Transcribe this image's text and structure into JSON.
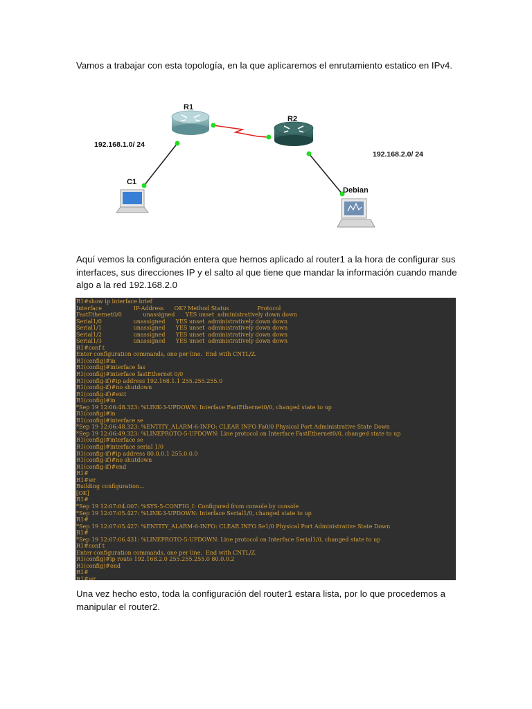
{
  "paragraphs": {
    "intro": "Vamos a trabajar con esta topología, en la que aplicaremos el enrutamiento estatico en IPv4.",
    "config": "Aquí vemos la configuración entera que hemos aplicado al router1 a la hora de configurar sus interfaces, sus direcciones IP y el salto al que tiene que mandar la información cuando mande algo a la red 192.168.2.0",
    "outro": "Una vez hecho esto, toda la configuración del router1 estara lista, por lo que procedemos a manipular el router2."
  },
  "topology": {
    "r1_label": "R1",
    "r2_label": "R2",
    "c1_label": "C1",
    "debian_label": "Debian",
    "net1_label": "192.168.1.0/ 24",
    "net2_label": "192.168.2.0/ 24",
    "colors": {
      "r1": "#6f9ea3",
      "r2": "#2f5e5a",
      "link_ok": "#22dd22",
      "serial": "#e02020"
    }
  },
  "terminal": {
    "lines": [
      "R1#show ip interface brief",
      "Interface                  IP-Address      OK? Method Status                Protocol",
      "FastEthernet0/0            unassigned      YES unset  administratively down down",
      "Serial1/0                  unassigned      YES unset  administratively down down",
      "Serial1/1                  unassigned      YES unset  administratively down down",
      "Serial1/2                  unassigned      YES unset  administratively down down",
      "Serial1/3                  unassigned      YES unset  administratively down down",
      "R1#conf t",
      "Enter configuration commands, one per line.  End with CNTL/Z.",
      "R1(config)#in",
      "R1(config)#interface fas",
      "R1(config)#interface fastEthernet 0/0",
      "R1(config-if)#ip address 192.168.1.1 255.255.255.0",
      "R1(config-if)#no shutdown",
      "R1(config-if)#exit",
      "R1(config)#in",
      "*Sep 19 12:06:48.323: %LINK-3-UPDOWN: Interface FastEthernet0/0, changed state to up",
      "R1(config)#in",
      "R1(config)#interface se",
      "*Sep 19 12:06:48.323: %ENTITY_ALARM-6-INFO: CLEAR INFO Fa0/0 Physical Port Administrative State Down",
      "*Sep 19 12:06:49.323: %LINEPROTO-5-UPDOWN: Line protocol on Interface FastEthernet0/0, changed state to up",
      "R1(config)#interface se",
      "R1(config)#interface serial 1/0",
      "R1(config-if)#ip address 80.0.0.1 255.0.0.0",
      "R1(config-if)#no shutdown",
      "R1(config-if)#end",
      "R1#",
      "R1#wr",
      "Building configuration...",
      "[OK]",
      "R1#",
      "*Sep 19 12:07:04.007: %SYS-5-CONFIG_I: Configured from console by console",
      "*Sep 19 12:07:05.427: %LINK-3-UPDOWN: Interface Serial1/0, changed state to up",
      "R1#",
      "*Sep 19 12:07:05.427: %ENTITY_ALARM-6-INFO: CLEAR INFO Se1/0 Physical Port Administrative State Down",
      "R1#",
      "*Sep 19 12:07:06.431: %LINEPROTO-5-UPDOWN: Line protocol on Interface Serial1/0, changed state to up",
      "R1#conf t",
      "Enter configuration commands, one per line.  End with CNTL/Z.",
      "R1(config)#ip route 192.168.2.0 255.255.255.0 80.0.0.2",
      "R1(config)#end",
      "R1#",
      "R1#wr"
    ]
  }
}
